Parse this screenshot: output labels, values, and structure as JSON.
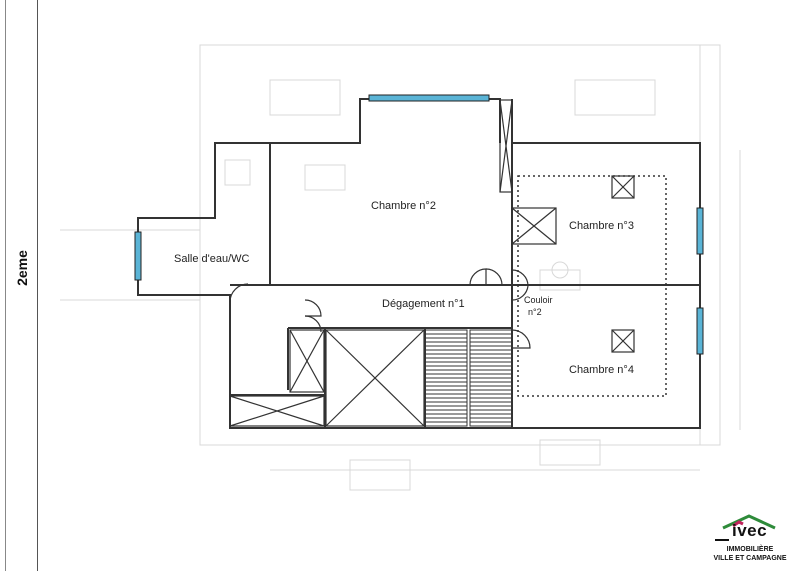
{
  "sidebar": {
    "floor_label": "2eme"
  },
  "rooms": {
    "salle_eau": "Salle d'eau/WC",
    "chambre2": "Chambre n°2",
    "chambre3": "Chambre n°3",
    "chambre4": "Chambre n°4",
    "degagement": "Dégagement n°1",
    "couloir_line1": "Couloir",
    "couloir_line2": "n°2"
  },
  "logo": {
    "brand": "ivec",
    "line1": "IMMOBILIÈRE",
    "line2": "VILLE ET CAMPAGNE"
  },
  "colors": {
    "window": "#5ab4d6",
    "wall": "#333333",
    "logo_roof_green": "#2e8b3a",
    "logo_roof_red": "#c0245c"
  }
}
